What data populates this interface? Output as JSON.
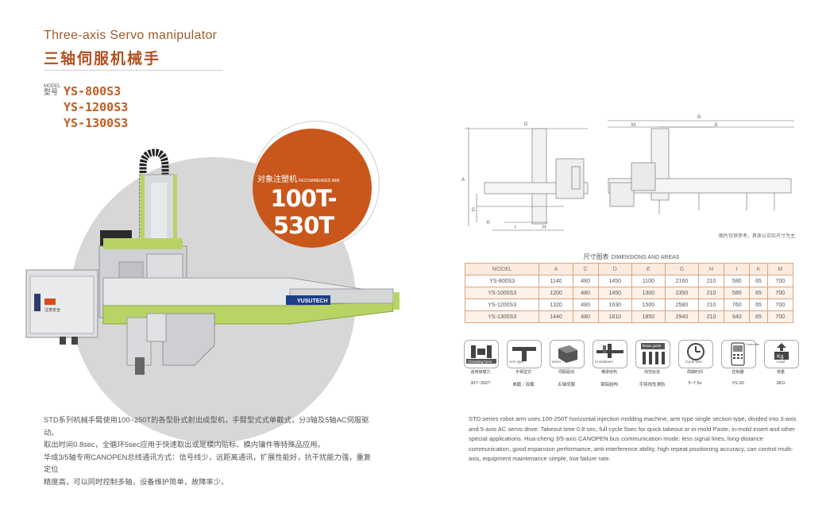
{
  "header": {
    "title_en": "Three-axis Servo manipulator",
    "title_cn": "三轴伺服机械手",
    "model_label_en": "MODEL",
    "model_label_cn": "型号",
    "models": [
      "YS-800S3",
      "YS-1200S3",
      "YS-1300S3"
    ]
  },
  "badge": {
    "rec_cn": "对象注塑机",
    "rec_en": "RECOMMENDED IMM",
    "tonnage": "100T-530T"
  },
  "machine": {
    "brand": "YUSUTECH",
    "warning_label": "注意安全"
  },
  "desc_cn": [
    "STD系列机械手臂使用100~250T的各型卧式射出成型机，手臂型式式单截式，分3轴及5轴AC伺服驱动。",
    "取出时间0.8sec，全循环5sec应用于快速取出或是模内贴标、模内镶件等特殊品应用。",
    "华成3/5轴专用CANOPEN总线通讯方式：信号线少，远距离通讯，扩展性能好，抗干扰能力强，重复定位",
    "精度高，可以同时控制多轴，设备维护简单，故障率少。"
  ],
  "desc_en": "STD series robot arm uses 100-250T horizontal injection molding machine, arm type single section type, divided into 3-axis and 5-axis AC servo drive. Takeout time 0.8 sec, full cycle 5sec for quick takeout or in-mold Paste, in-mold insert and other special applications. Hua-cheng 3/5-axis CANOPEN bus communication mode: less signal lines, long-distance communication, good expansion performance, anti-interference ability, high repeat positioning accuracy, can control multi-axis, equipment maintenance simple, low failure rate.",
  "drawing": {
    "dim_labels": [
      "D",
      "A",
      "C",
      "K",
      "I",
      "H",
      "G",
      "M",
      "E"
    ],
    "note": "图片仅供参考，具体以实际尺寸为主"
  },
  "table": {
    "title_cn": "尺寸图表",
    "title_en": "DIMENSIONS AND AREAS",
    "headers": [
      "MODEL",
      "A",
      "C",
      "D",
      "E",
      "G",
      "H",
      "I",
      "K",
      "M"
    ],
    "rows": [
      [
        "YS-800S3",
        "1140",
        "480",
        "1450",
        "1100",
        "2160",
        "210",
        "580",
        "65",
        "700"
      ],
      [
        "YS-1000S3",
        "1200",
        "480",
        "1450",
        "1300",
        "2350",
        "210",
        "580",
        "65",
        "700"
      ],
      [
        "YS-1200S3",
        "1320",
        "480",
        "1630",
        "1500",
        "2580",
        "210",
        "760",
        "65",
        "700"
      ],
      [
        "YS-1300S3",
        "1440",
        "480",
        "1810",
        "1850",
        "2940",
        "210",
        "940",
        "65",
        "700"
      ]
    ]
  },
  "features": [
    {
      "icon": "clamping-force-icon",
      "label": "Clamping force",
      "cap": "适用锁模力",
      "value": "30T~260T"
    },
    {
      "icon": "arm-type-icon",
      "label": "Arm type",
      "cap": "手臂型式",
      "value": "单截／双截"
    },
    {
      "icon": "servo-icon",
      "label": "servo",
      "cap": "伺服驱动",
      "value": "五轴伺服"
    },
    {
      "icon": "crossbeam-icon",
      "label": "Crossbeam",
      "cap": "横梁结构",
      "value": "钢铝结构"
    },
    {
      "icon": "linear-guide-icon",
      "label": "linear guide",
      "cap": "线性轨道",
      "value": "手臂线性滑轨"
    },
    {
      "icon": "cycle-time-icon",
      "label": "Cycle time",
      "cap": "周期时间",
      "value": "5~7.5s"
    },
    {
      "icon": "controller-icon",
      "label": "Controller",
      "cap": "控制器",
      "value": "YS-30"
    },
    {
      "icon": "load-icon",
      "label": "Load",
      "cap": "荷重",
      "value": "3KG"
    }
  ],
  "colors": {
    "accent": "#c9571c",
    "title": "#b3501d",
    "green": "#b7d465"
  }
}
